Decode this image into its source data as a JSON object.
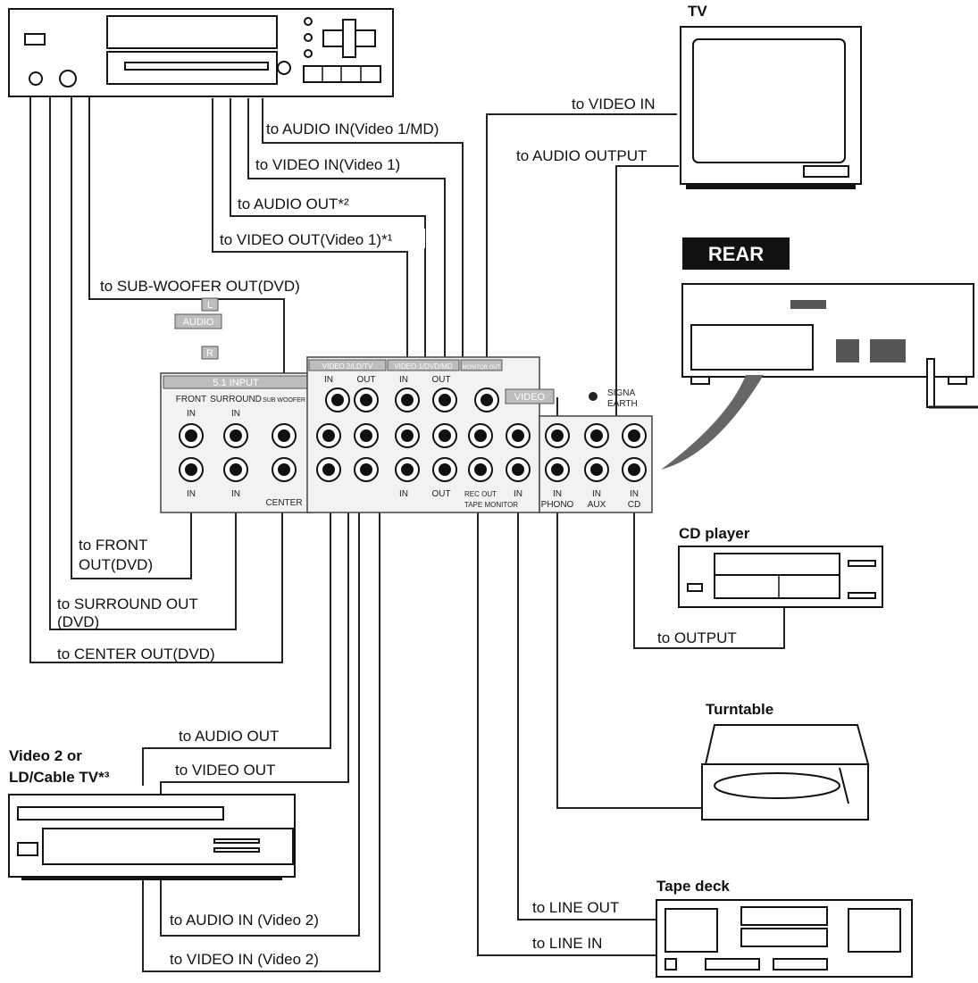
{
  "labels": {
    "audio_in_video1_md": "to AUDIO IN(Video 1/MD)",
    "video_in_video1": "to VIDEO IN(Video 1)",
    "audio_out_2": "to AUDIO OUT*²",
    "video_out_video1_1": "to VIDEO OUT(Video 1)*¹",
    "sub_woofer_out": "to SUB-WOOFER OUT(DVD)",
    "tv_video_in": "to VIDEO IN",
    "tv_audio_output": "to AUDIO OUTPUT",
    "front_out_1": "to FRONT",
    "front_out_2": "OUT(DVD)",
    "surround_out_1": "to SURROUND OUT",
    "surround_out_2": "(DVD)",
    "center_out": "to CENTER OUT(DVD)",
    "cd_output": "to OUTPUT",
    "vcr_audio_out": "to AUDIO OUT",
    "vcr_video_out": "to VIDEO OUT",
    "vcr_audio_in": "to AUDIO IN (Video 2)",
    "vcr_video_in": "to VIDEO IN (Video 2)",
    "tape_line_out": "to LINE OUT",
    "tape_line_in": "to LINE IN"
  },
  "devices": {
    "tv": "TV",
    "rear": "REAR",
    "cd_player": "CD player",
    "turntable": "Turntable",
    "tape_deck": "Tape deck",
    "video2_line1": "Video 2 or",
    "video2_line2": "LD/Cable TV*³"
  },
  "panel": {
    "audio": "AUDIO",
    "l": "L",
    "r": "R",
    "input_51": "5.1 INPUT",
    "front": "FRONT",
    "surround": "SURROUND",
    "sub_woofer": "SUB WOOFER",
    "in": "IN",
    "out": "OUT",
    "center": "CENTER",
    "video2_ld_tv": "VIDEO 2/LD/TV",
    "video1_dvd_md": "VIDEO 1/DVD/MD",
    "monitor_out": "MONITOR OUT",
    "video": "VIDEO",
    "signal_gnd": "SIGNA",
    "earth": "EARTH",
    "rec_out": "REC OUT",
    "tape_monitor": "TAPE MONITOR",
    "phono": "PHONO",
    "aux": "AUX",
    "cd": "CD"
  }
}
